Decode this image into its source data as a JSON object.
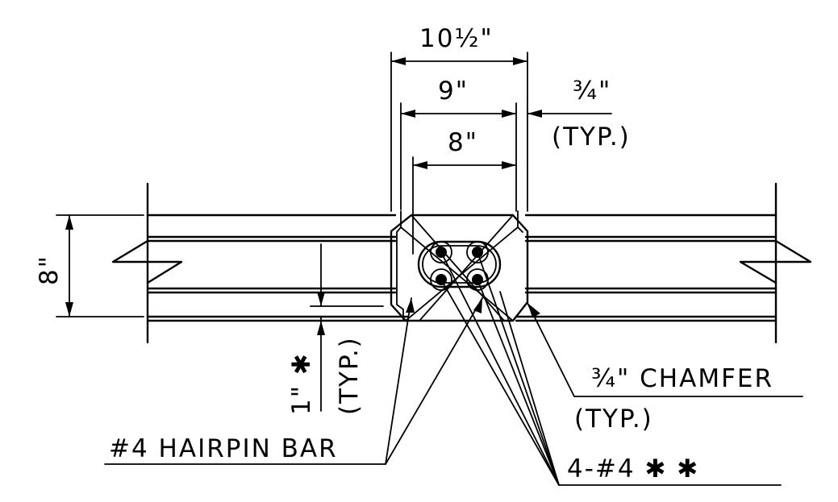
{
  "dimensions": {
    "overall_width": "10½\"",
    "width_9": "9\"",
    "width_8": "8\"",
    "offset": "¾\"",
    "offset_typ": "(TYP.)",
    "depth": "8\"",
    "cover": "1\" ✱",
    "cover_typ": "(TYP.)"
  },
  "callouts": {
    "chamfer": "¾\" CHAMFER",
    "chamfer_typ": "(TYP.)",
    "hairpin": "#4 HAIRPIN BAR",
    "bars": "4-#4 ✱ ✱"
  }
}
